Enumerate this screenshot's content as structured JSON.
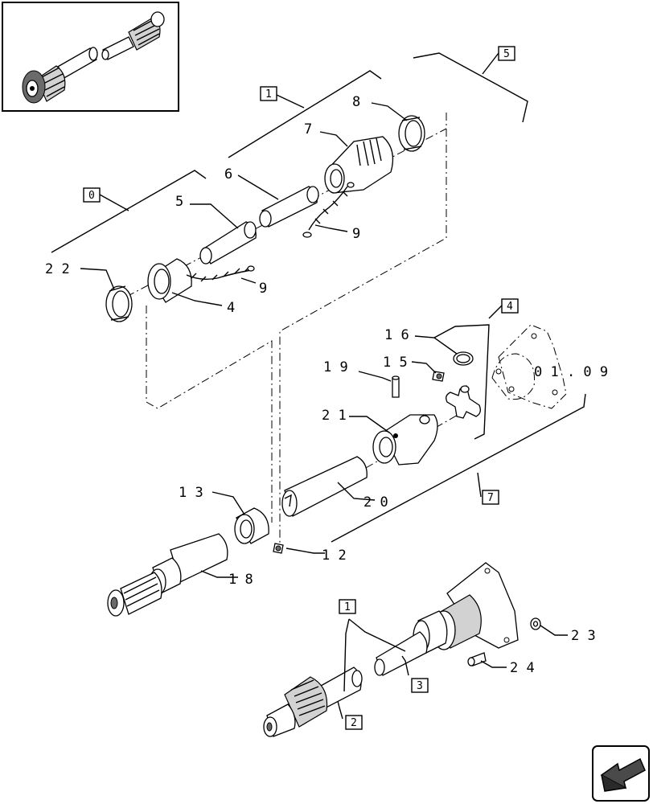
{
  "callouts": {
    "c22": "2 2",
    "c5": "5",
    "c6": "6",
    "c7": "7",
    "c8": "8",
    "c9a": "9",
    "c9b": "9",
    "c4": "4",
    "c16": "1 6",
    "c15": "1 5",
    "c19": "1 9",
    "c21": "2 1",
    "c20": "2 0",
    "c13": "1 3",
    "c12": "1 2",
    "c18": "1 8",
    "c23": "2 3",
    "c24": "2 4",
    "ref0109": "0 1 . 0 9"
  },
  "boxes": {
    "b0": "0",
    "b1_top": "1",
    "b5": "5",
    "b4": "4",
    "b7": "7",
    "b1_bottom": "1",
    "b3": "3",
    "b2": "2"
  },
  "icons": {
    "nav": "next-page-arrow-icon"
  }
}
